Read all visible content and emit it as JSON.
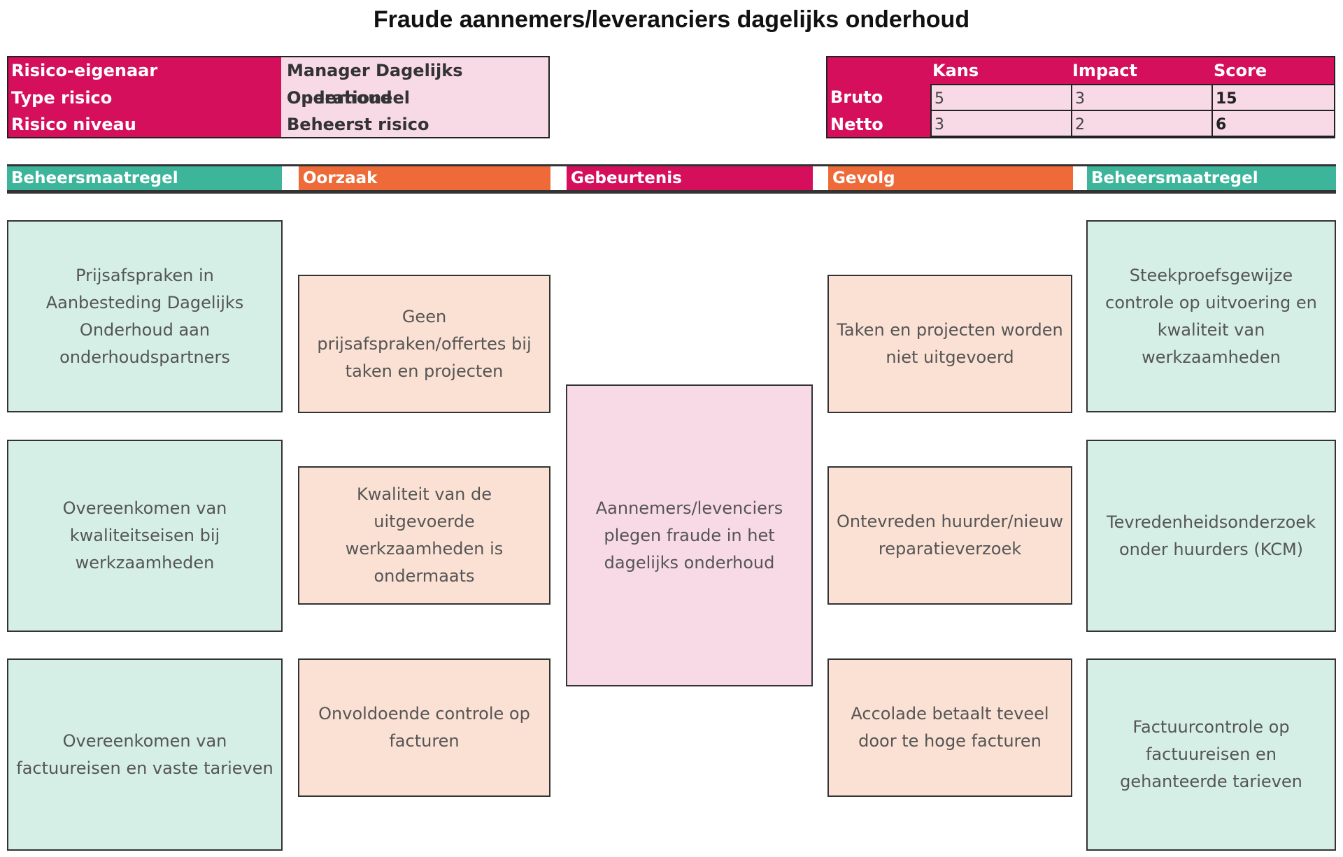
{
  "title": "Fraude aannemers/leveranciers dagelijks onderhoud",
  "info": {
    "rows": [
      {
        "label": "Risico-eigenaar",
        "value": "Manager Dagelijks Onderhoud"
      },
      {
        "label": "Type risico",
        "value": "Operationeel"
      },
      {
        "label": "Risico niveau",
        "value": "Beheerst risico"
      }
    ]
  },
  "score": {
    "headers": {
      "kans": "Kans",
      "impact": "Impact",
      "score": "Score"
    },
    "bruto": {
      "label": "Bruto",
      "kans": "5",
      "impact": "3",
      "score": "15"
    },
    "netto": {
      "label": "Netto",
      "kans": "3",
      "impact": "2",
      "score": "6"
    }
  },
  "band": {
    "beheers_left": "Beheersmaatregel",
    "oorzaak": "Oorzaak",
    "gebeurtenis": "Gebeurtenis",
    "gevolg": "Gevolg",
    "beheers_right": "Beheersmaatregel"
  },
  "boxes": {
    "left_controls": [
      "Prijsafspraken in Aanbesteding Dagelijks Onderhoud aan onderhoudspartners",
      "Overeenkomen van kwaliteitseisen bij werkzaamheden",
      "Overeenkomen van factuureisen en vaste tarieven"
    ],
    "causes": [
      "Geen prijsafspraken/offertes bij taken en projecten",
      "Kwaliteit van de uitgevoerde werkzaamheden is ondermaats",
      "Onvoldoende controle op facturen"
    ],
    "event": "Aannemers/levenciers plegen fraude in het dagelijks onderhoud",
    "consequences": [
      "Taken en projecten worden niet uitgevoerd",
      "Ontevreden huurder/nieuw reparatieverzoek",
      "Accolade betaalt teveel door te hoge facturen"
    ],
    "right_controls": [
      "Steekproefsgewijze controle op uitvoering en kwaliteit van werkzaamheden",
      "Tevredenheidsonderzoek onder huurders (KCM)",
      "Factuurcontrole op factuureisen en gehanteerde tarieven"
    ]
  },
  "colors": {
    "magenta": "#d50f5c",
    "teal": "#3cb59b",
    "orange": "#ee6b39",
    "light_pink": "#f8d9e6",
    "light_green": "#d5efe7",
    "light_orange": "#fbe1d4"
  }
}
